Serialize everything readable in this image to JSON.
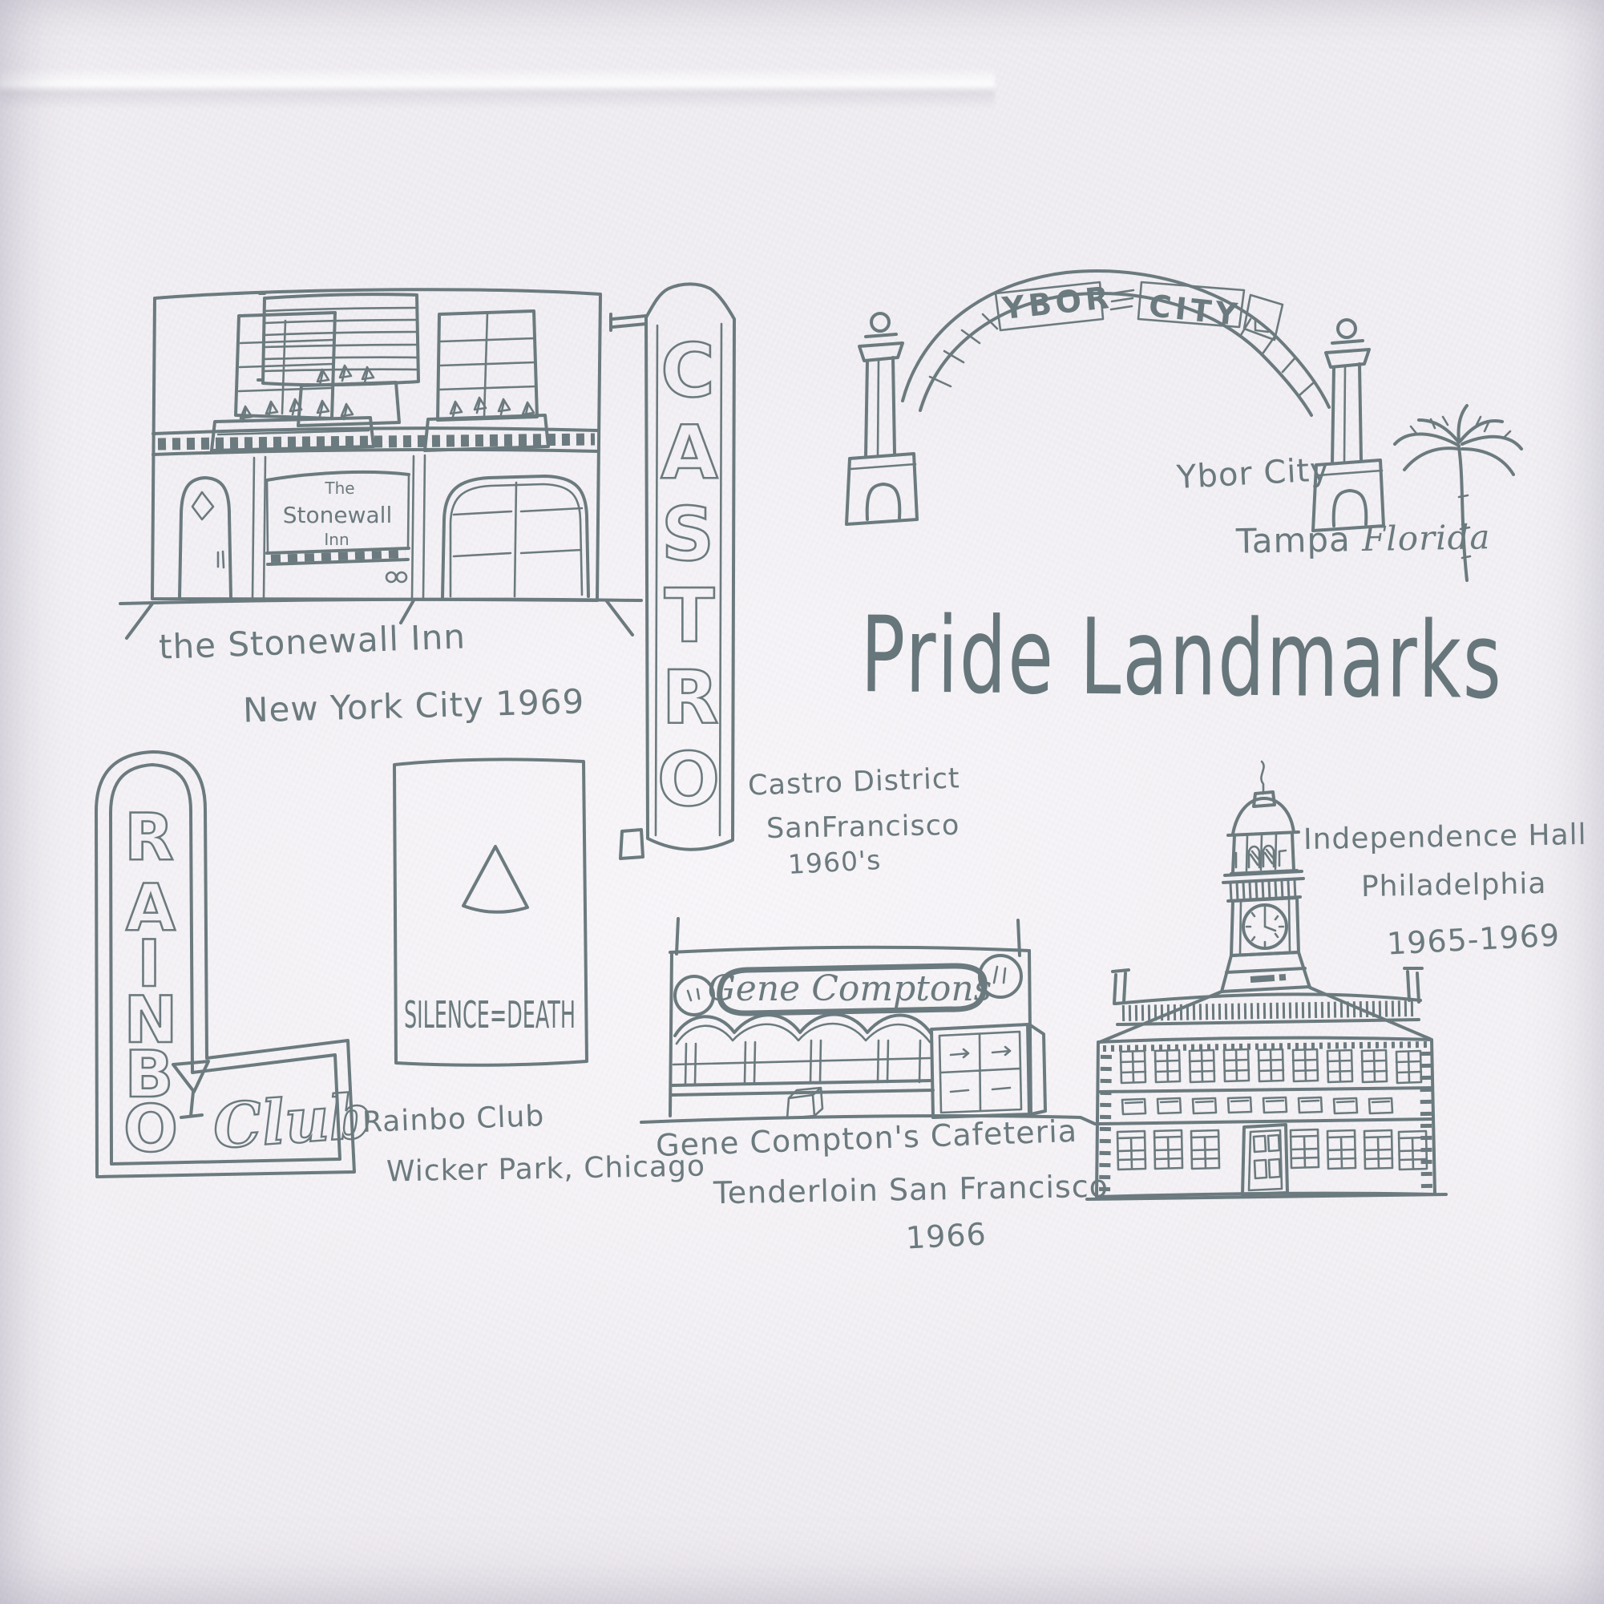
{
  "colors": {
    "ink": "#6b7a7e",
    "fabric": "#f1eef3"
  },
  "title": "Pride Landmarks",
  "stonewall": {
    "sign": {
      "line1": "The",
      "line2": "Stonewall",
      "line3": "Inn"
    },
    "caption": {
      "line1": "the Stonewall Inn",
      "line2": "New York City 1969"
    }
  },
  "castro": {
    "letters": [
      "C",
      "A",
      "S",
      "T",
      "R",
      "O"
    ],
    "caption": {
      "line1": "Castro District",
      "line2": "SanFrancisco",
      "line3": "1960's"
    }
  },
  "ybor": {
    "arch": {
      "word1": "YBOR",
      "word2": "CITY"
    },
    "caption": {
      "line1": "Ybor City",
      "line2_word1": "Tampa",
      "line2_word2": "Florida"
    }
  },
  "rainbo": {
    "letters": [
      "R",
      "A",
      "I",
      "N",
      "B",
      "O"
    ],
    "script": "Club",
    "caption": {
      "line1": "Rainbo Club",
      "line2": "Wicker Park, Chicago"
    }
  },
  "silence_death": {
    "text": "SILENCE=DEATH"
  },
  "comptons": {
    "sign": "Gene Comptons",
    "caption": {
      "line1": "Gene Compton's Cafeteria",
      "line2": "Tenderloin San Francisco",
      "line3": "1966"
    }
  },
  "independence": {
    "caption": {
      "line1": "Independence Hall",
      "line2": "Philadelphia",
      "line3": "1965-1969"
    }
  }
}
